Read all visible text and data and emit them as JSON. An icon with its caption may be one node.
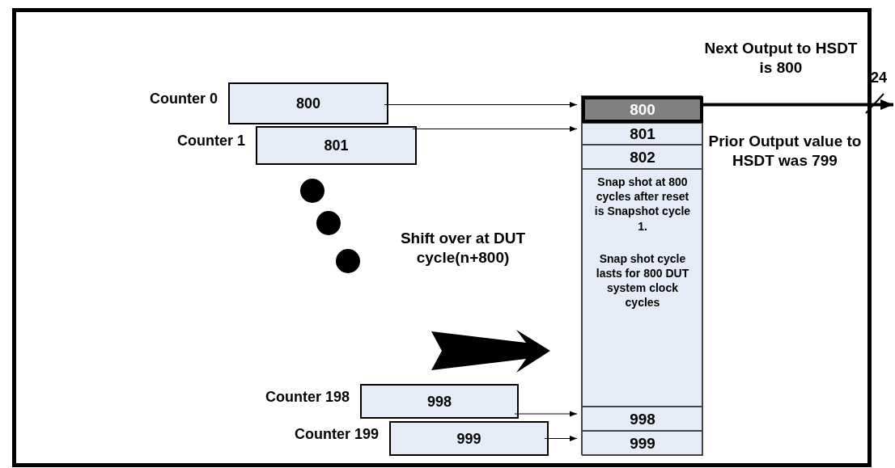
{
  "diagram": {
    "nodes": [
      {
        "text": [],
        "shape": "box"
      },
      {
        "text": [
          "800"
        ],
        "beside": [
          "Counter 0"
        ],
        "in": 0
      },
      {
        "text": [
          "801"
        ],
        "beside": [
          "Counter 1"
        ],
        "in": 0
      },
      {
        "text": [
          "998"
        ],
        "beside": [
          "Counter 198"
        ],
        "in": 0
      },
      {
        "text": [
          "999"
        ],
        "beside": [
          "Counter 199"
        ],
        "in": 0
      },
      {
        "text": [],
        "shape": "box",
        "in": 0
      },
      {
        "text": [
          "800"
        ],
        "in": 5
      },
      {
        "text": [
          "801"
        ],
        "in": 5
      },
      {
        "text": [
          "802"
        ],
        "in": 5
      },
      {
        "text": [
          "Snap shot at 800 cycles after reset is Snapshot cycle 1.",
          "Snap shot cycle lasts for 800 DUT system clock cycles"
        ],
        "in": 5
      },
      {
        "text": [
          "998"
        ],
        "in": 5
      },
      {
        "text": [
          "999"
        ],
        "in": 5
      }
    ],
    "edges": [
      {
        "from": 1,
        "to": 6,
        "arrow": "to"
      },
      {
        "from": 2,
        "to": 7,
        "arrow": "to"
      },
      {
        "from": 3,
        "to": 10,
        "arrow": "to"
      },
      {
        "from": 4,
        "to": 11,
        "arrow": "to"
      },
      {
        "from": 6,
        "to": null,
        "arrow": "to",
        "label": "24",
        "style": "thick"
      }
    ],
    "labels": [
      "Next Output to HSDT is 800",
      "Prior Output value to HSDT was 799",
      "Shift over at DUT cycle(n+800)"
    ]
  }
}
